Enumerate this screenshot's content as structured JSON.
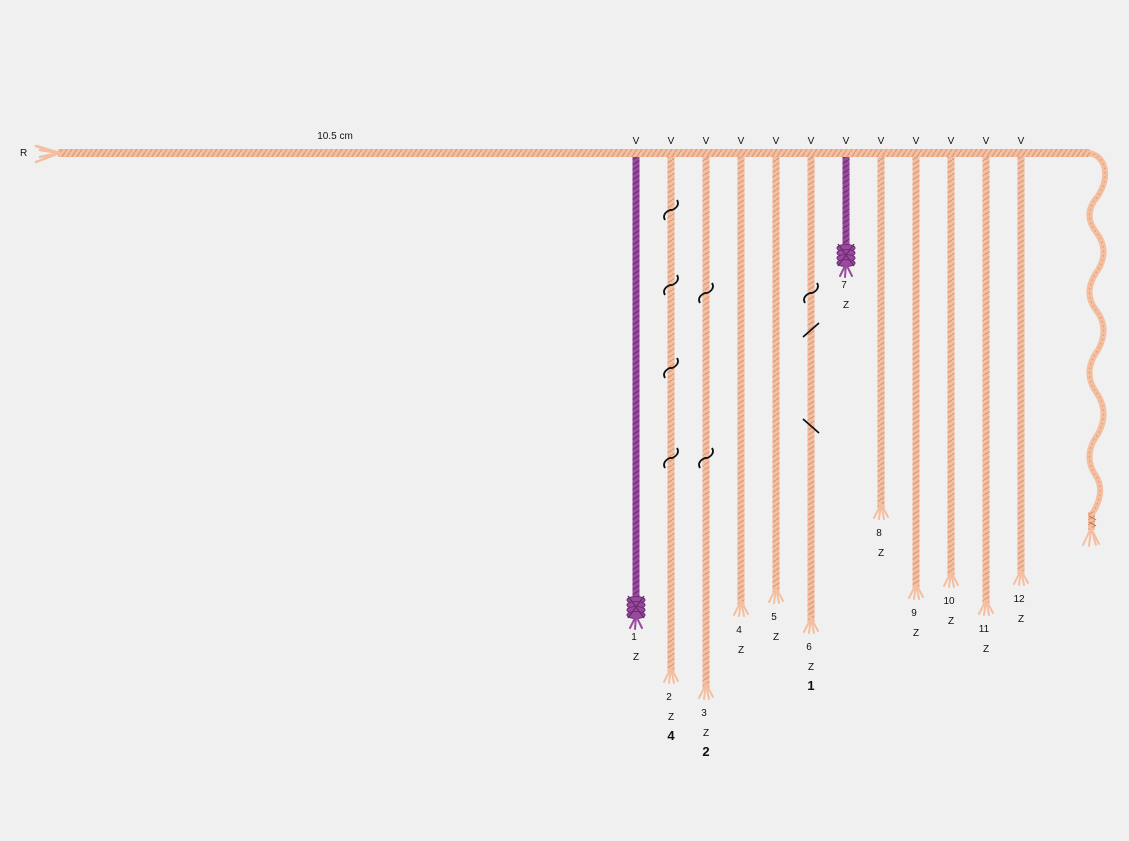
{
  "primary_cord": {
    "start_label": "R",
    "length_label": "10.5 cm",
    "color": "#f4bfa0"
  },
  "cord_colors": {
    "natural": "#f4bfa0",
    "purple": "#9a4a9e",
    "knot": "#111111"
  },
  "pendants": [
    {
      "number": "1",
      "attachment": "V",
      "ply": "Z",
      "value": "",
      "color": "purple"
    },
    {
      "number": "2",
      "attachment": "V",
      "ply": "Z",
      "value": "4",
      "color": "natural"
    },
    {
      "number": "3",
      "attachment": "V",
      "ply": "Z",
      "value": "2",
      "color": "natural"
    },
    {
      "number": "4",
      "attachment": "V",
      "ply": "Z",
      "value": "",
      "color": "natural"
    },
    {
      "number": "5",
      "attachment": "V",
      "ply": "Z",
      "value": "",
      "color": "natural"
    },
    {
      "number": "6",
      "attachment": "V",
      "ply": "Z",
      "value": "1",
      "color": "natural"
    },
    {
      "number": "7",
      "attachment": "V",
      "ply": "Z",
      "value": "",
      "color": "purple"
    },
    {
      "number": "8",
      "attachment": "V",
      "ply": "Z",
      "value": "",
      "color": "natural"
    },
    {
      "number": "9",
      "attachment": "V",
      "ply": "Z",
      "value": "",
      "color": "natural"
    },
    {
      "number": "10",
      "attachment": "V",
      "ply": "Z",
      "value": "",
      "color": "natural"
    },
    {
      "number": "11",
      "attachment": "V",
      "ply": "Z",
      "value": "",
      "color": "natural"
    },
    {
      "number": "12",
      "attachment": "V",
      "ply": "Z",
      "value": "",
      "color": "natural"
    }
  ]
}
